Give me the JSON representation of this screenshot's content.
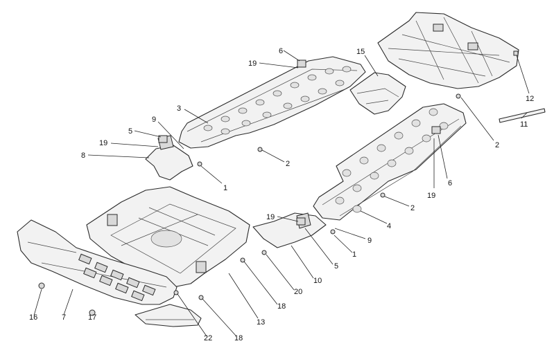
{
  "diagram": {
    "callouts": [
      {
        "id": "c6a",
        "text": "6"
      },
      {
        "id": "c19a",
        "text": "19"
      },
      {
        "id": "c15",
        "text": "15"
      },
      {
        "id": "c3",
        "text": "3"
      },
      {
        "id": "c9a",
        "text": "9"
      },
      {
        "id": "c5a",
        "text": "5"
      },
      {
        "id": "c19b",
        "text": "19"
      },
      {
        "id": "c8",
        "text": "8"
      },
      {
        "id": "c2a",
        "text": "2"
      },
      {
        "id": "c1a",
        "text": "1"
      },
      {
        "id": "c12",
        "text": "12"
      },
      {
        "id": "c11",
        "text": "11"
      },
      {
        "id": "c2b",
        "text": "2"
      },
      {
        "id": "c6b",
        "text": "6"
      },
      {
        "id": "c19c",
        "text": "19"
      },
      {
        "id": "c2c",
        "text": "2"
      },
      {
        "id": "c4",
        "text": "4"
      },
      {
        "id": "c19d",
        "text": "19"
      },
      {
        "id": "c9b",
        "text": "9"
      },
      {
        "id": "c1b",
        "text": "1"
      },
      {
        "id": "c5b",
        "text": "5"
      },
      {
        "id": "c10",
        "text": "10"
      },
      {
        "id": "c20",
        "text": "20"
      },
      {
        "id": "c18a",
        "text": "18"
      },
      {
        "id": "c13",
        "text": "13"
      },
      {
        "id": "c18b",
        "text": "18"
      },
      {
        "id": "c22",
        "text": "22"
      },
      {
        "id": "c16",
        "text": "16"
      },
      {
        "id": "c7",
        "text": "7"
      },
      {
        "id": "c17",
        "text": "17"
      }
    ]
  }
}
